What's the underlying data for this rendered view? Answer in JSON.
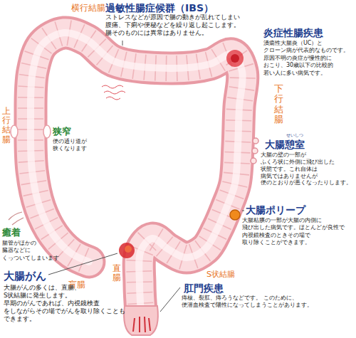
{
  "diagram": {
    "labels": [
      "過敏性腸症候群（IBS）",
      "ストレスなどが原因で腸の動きが乱れてしまい 腹痛、下痢や便秘などを繰り返し起こします。 腸そのものには異常はありません。",
      "横行結腸",
      "炎症性腸疾患",
      "潰瘍性大腸炎（UC）と クローン病が代表的なものです。 原因不明の炎症が慢性的に おこり、30歳以下の比較的 若い人に多い病気です。",
      "下行結腸",
      "上行結腸",
      "狭窄",
      "便の通り道が 狭くなります",
      "せいしつ",
      "大腸憩室",
      "大腸の壁の一部が ふくろ状に外側に飛び出した 状態です。これ自体は 病気ではありませんが 便のとおりが悪くなったりします。",
      "癒着",
      "腸管がほかの 臓器などに くっついてしまいます",
      "大腸ポリープ",
      "大腸粘膜の一部が大腸の内側に 飛び出した病気です。ほとんどが良性で 内視鏡検査のときその場で 取り除くことができます。",
      "盲腸",
      "S状結腸",
      "大腸がん",
      "大腸がんの多くは、直腸、 S状結腸に発生します。 早期のがんであれば、内視鏡検査 をしながらその場でがんを取り除くことも できます。",
      "直腸",
      "肛門疾患",
      "痔核、裂肛、痔ろうなどです。 このために、便潜血検査で陽性になってしまうことがあります。"
    ]
  }
}
